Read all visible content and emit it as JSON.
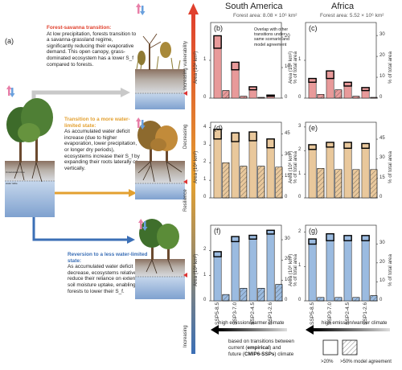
{
  "left": {
    "panel_label": "(a)",
    "forest_savanna": {
      "title": "Forest-savanna transition:",
      "body": "At low precipitation, forests transition to a savanna-grassland regime, significantly reducing their evaporative demand. This open canopy, grass-dominated ecosystem has a lower S_f compared to forests."
    },
    "more_limited": {
      "title": "Transition to a more water-limited state:",
      "body": "As accumulated water deficit increase (due to higher evaporation, lower precipitation, or longer dry periods), ecosystems increase their S_f by expanding their roots laterally or vertically."
    },
    "less_limited": {
      "title": "Reversion to a less water-limited state:",
      "body": "As accumulated water deficit decrease, ecosystems relatively reduce their reliance on extensive soil moisture uptake, enabling forests to lower their S_f."
    },
    "soil_labels": {
      "unsat": "Unsaturated zone",
      "water_table": "water table"
    },
    "vuln_label": "Increasing vulnerability",
    "decreasing_label": "Decreasing",
    "resilience_label": "Resilience",
    "increasing_label": "Increasing",
    "colors": {
      "red": "#e0402d",
      "orange": "#e3a030",
      "blue": "#3b6fb6"
    }
  },
  "regions": {
    "sa": {
      "name": "South America",
      "area_label": "Forest area: 8.08 × 10⁶ km²"
    },
    "af": {
      "name": "Africa",
      "area_label": "Forest area: 5.52 × 10⁶ km²"
    }
  },
  "axis_text": {
    "left_ylabel": "Area (10⁶ km²)",
    "right_ylabel": "% of total area",
    "overlap_note": "Overlap with other transitions under same scenario and model agreement",
    "climate_arrow": "high emission/warmer climate"
  },
  "legend": {
    "line1a": "based on transitions between",
    "line2a": "current (",
    "line2b": "empirical",
    "line2c": ") and",
    "line3a": "future (",
    "line3b": "CMIP6-SSPs",
    "line3c": ") climate",
    "plain_label": ">20%",
    "hatched_label": ">50% model agreement"
  },
  "chart_data": [
    {
      "panel": "(b)",
      "region": "South America",
      "type": "bar",
      "categories": [
        "SSP5-8.5",
        "SSP3-7.0",
        "SSP2-4.5",
        "SSP1-2.6"
      ],
      "series": [
        {
          "values": [
            1.65,
            0.95,
            0.3,
            0.08
          ]
        },
        {
          "values": [
            0.2,
            0.05,
            0.02,
            0.0
          ]
        }
      ],
      "overlap_top": [
        1.65,
        0.95,
        0.3,
        0.08
      ],
      "overlap_bottom": [
        1.32,
        0.75,
        0.22,
        0.05
      ],
      "ylim": [
        0,
        2
      ],
      "yticks": [
        0,
        1
      ],
      "y2ticks": [
        0,
        10,
        20
      ]
    },
    {
      "panel": "(c)",
      "region": "Africa",
      "type": "bar",
      "categories": [
        "SSP5-8.5",
        "SSP3-7.0",
        "SSP2-4.5",
        "SSP1-2.6"
      ],
      "series": [
        {
          "values": [
            0.52,
            0.72,
            0.42,
            0.28
          ]
        },
        {
          "values": [
            0.1,
            0.22,
            0.05,
            0.02
          ]
        }
      ],
      "overlap_top": [
        0.52,
        0.72,
        0.42,
        0.28
      ],
      "overlap_bottom": [
        0.42,
        0.52,
        0.32,
        0.2
      ],
      "ylim": [
        0,
        2
      ],
      "yticks": [
        0,
        1
      ],
      "y2ticks": [
        0,
        10,
        20,
        30
      ]
    },
    {
      "panel": "(d)",
      "region": "South America",
      "type": "bar",
      "categories": [
        "SSP5-8.5",
        "SSP3-7.0",
        "SSP2-4.5",
        "SSP1-2.6"
      ],
      "series": [
        {
          "values": [
            3.9,
            3.7,
            3.75,
            3.35
          ]
        },
        {
          "values": [
            2.0,
            1.8,
            1.8,
            1.75
          ]
        }
      ],
      "overlap_top": [
        3.9,
        3.7,
        3.75,
        3.35
      ],
      "overlap_bottom": [
        3.35,
        3.2,
        3.25,
        2.85
      ],
      "ylim": [
        0,
        4.3
      ],
      "yticks": [
        0,
        1,
        2,
        3,
        4
      ],
      "y2ticks": [
        0,
        15,
        30,
        45
      ]
    },
    {
      "panel": "(e)",
      "region": "Africa",
      "type": "bar",
      "categories": [
        "SSP5-8.5",
        "SSP3-7.0",
        "SSP2-4.5",
        "SSP1-2.6"
      ],
      "series": [
        {
          "values": [
            2.25,
            2.35,
            2.35,
            2.3
          ]
        },
        {
          "values": [
            1.25,
            1.2,
            1.2,
            1.2
          ]
        }
      ],
      "overlap_top": [
        2.25,
        2.35,
        2.35,
        2.3
      ],
      "overlap_bottom": [
        2.05,
        2.15,
        2.1,
        2.1
      ],
      "ylim": [
        0,
        3.2
      ],
      "yticks": [
        0,
        1,
        2,
        3
      ],
      "y2ticks": [
        0,
        15,
        30,
        45
      ]
    },
    {
      "panel": "(f)",
      "region": "South America",
      "type": "bar",
      "categories": [
        "SSP5-8.5",
        "SSP3-7.0",
        "SSP2-4.5",
        "SSP1-2.6"
      ],
      "series": [
        {
          "values": [
            1.95,
            2.55,
            2.6,
            2.8
          ]
        },
        {
          "values": [
            0.25,
            0.5,
            0.5,
            0.65
          ]
        }
      ],
      "overlap_top": [
        1.95,
        2.55,
        2.6,
        2.8
      ],
      "overlap_bottom": [
        1.75,
        2.35,
        2.45,
        2.65
      ],
      "ylim": [
        0,
        3.0
      ],
      "yticks": [
        0,
        1,
        2
      ],
      "y2ticks": [
        0,
        10,
        20,
        30
      ]
    },
    {
      "panel": "(g)",
      "region": "Africa",
      "type": "bar",
      "categories": [
        "SSP5-8.5",
        "SSP3-7.0",
        "SSP2-4.5",
        "SSP1-2.6"
      ],
      "series": [
        {
          "values": [
            1.8,
            1.95,
            1.9,
            1.9
          ]
        },
        {
          "values": [
            0.1,
            0.1,
            0.1,
            0.15
          ]
        }
      ],
      "overlap_top": [
        1.8,
        1.95,
        1.9,
        1.9
      ],
      "overlap_bottom": [
        1.65,
        1.75,
        1.75,
        1.75
      ],
      "ylim": [
        0,
        2.2
      ],
      "yticks": [
        0,
        1,
        2
      ],
      "y2ticks": [
        0,
        10,
        20,
        30
      ]
    }
  ],
  "bar_colors": {
    "top": "#e89a9a",
    "middle": "#e9c89c",
    "bottom": "#9bbbe0",
    "edge": "#111111"
  }
}
